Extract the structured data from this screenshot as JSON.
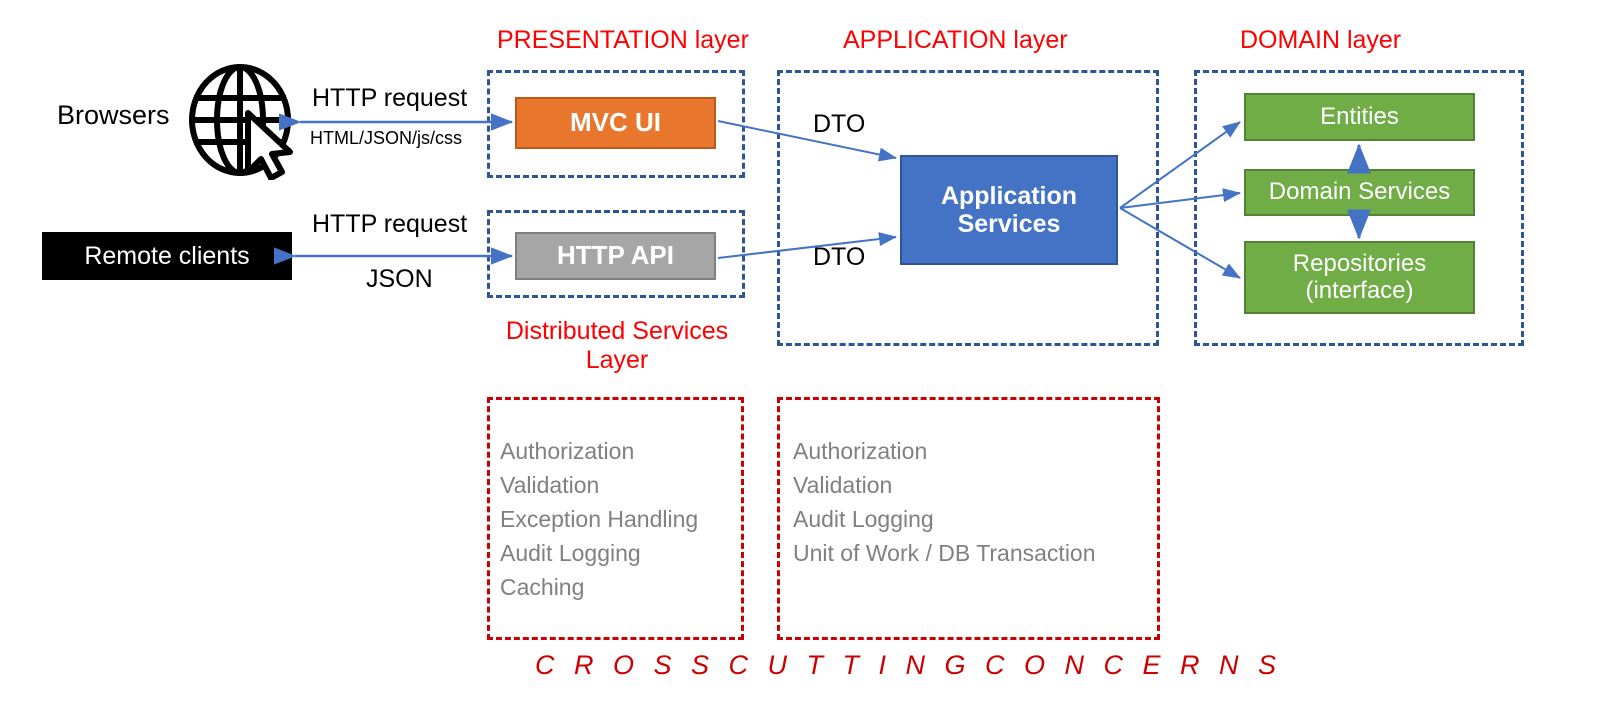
{
  "diagram": {
    "title_hidden": "",
    "layers": [
      {
        "id": "presentation",
        "label": "PRESENTATION layer"
      },
      {
        "id": "application",
        "label": "APPLICATION layer"
      },
      {
        "id": "domain",
        "label": "DOMAIN layer"
      }
    ],
    "sublayer": {
      "label_line1": "Distributed Services",
      "label_line2": "Layer"
    },
    "clients": {
      "browsers_label": "Browsers",
      "remote_label": "Remote clients",
      "globe_icon": "globe-with-cursor-icon"
    },
    "edges": {
      "browser_request": "HTTP request",
      "browser_response": "HTML/JSON/js/css",
      "remote_request": "HTTP request",
      "remote_response": "JSON",
      "dto_top": "DTO",
      "dto_bottom": "DTO"
    },
    "components": {
      "mvc_ui": "MVC UI",
      "http_api": "HTTP API",
      "application_services_line1": "Application",
      "application_services_line2": "Services",
      "entities": "Entities",
      "domain_services": "Domain Services",
      "repositories_line1": "Repositories",
      "repositories_line2": "(interface)"
    },
    "cross_cutting": {
      "footer_label": "C R O S S   C U T T I N G   C O N C E R N S",
      "presentation_concerns": [
        "Authorization",
        "Validation",
        "Exception Handling",
        "Audit Logging",
        "Caching"
      ],
      "application_concerns": [
        "Authorization",
        "Validation",
        "Audit Logging",
        "Unit of Work / DB Transaction"
      ]
    },
    "colors": {
      "layer_title": "#ff0000",
      "dashed_layer_border": "#2e5496",
      "dashed_concern_border": "#cc0000",
      "mvc_ui_fill": "#e8762c",
      "http_api_fill": "#a6a6a6",
      "application_services_fill": "#4472c4",
      "domain_box_fill": "#70ad47",
      "remote_clients_fill": "#000000",
      "arrow_stroke": "#4472c4",
      "concern_text": "#808080"
    }
  }
}
